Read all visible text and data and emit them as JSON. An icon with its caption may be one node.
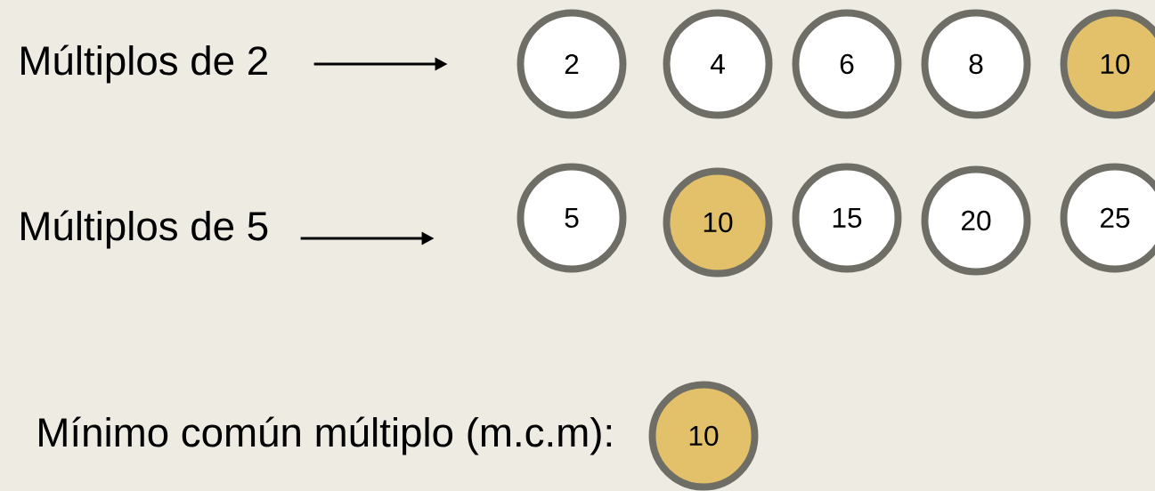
{
  "diagram": {
    "nodes": [
      {
        "text": [
          "Múltiplos de 2"
        ]
      },
      {
        "text": [
          "2"
        ]
      },
      {
        "text": [
          "4"
        ]
      },
      {
        "text": [
          "6"
        ]
      },
      {
        "text": [
          "8"
        ]
      },
      {
        "text": [
          "10"
        ]
      },
      {
        "text": [
          "Múltiplos de 5"
        ]
      },
      {
        "text": [
          "5"
        ]
      },
      {
        "text": [
          "10"
        ]
      },
      {
        "text": [
          "15"
        ]
      },
      {
        "text": [
          "20"
        ]
      },
      {
        "text": [
          "25"
        ]
      },
      {
        "text": [
          "10"
        ]
      }
    ],
    "edges": [
      {
        "from": 0,
        "to": null,
        "arrow": "to"
      },
      {
        "from": 6,
        "to": null,
        "arrow": "to"
      }
    ],
    "labels": [
      "Mínimo común múltiplo (m.c.m):"
    ]
  }
}
